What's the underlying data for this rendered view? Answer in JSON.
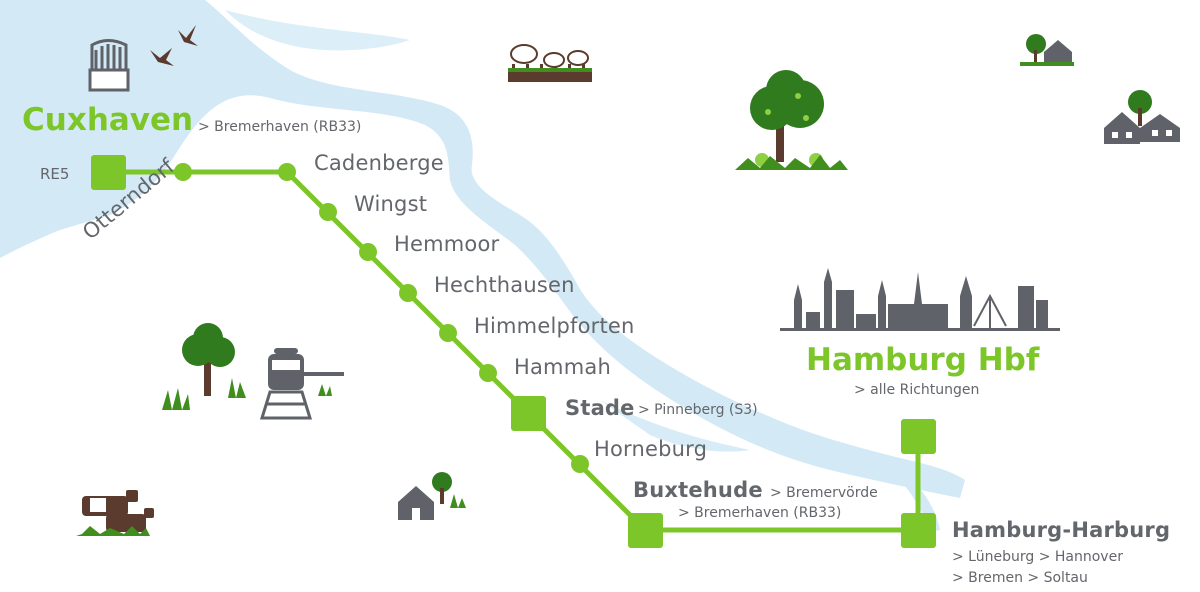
{
  "colors": {
    "line": "#7dc629",
    "water": "#d3eaf6",
    "text": "#63666b",
    "icon": "#5f6268"
  },
  "cuxhaven": {
    "name": "Cuxhaven",
    "connection": "> Bremerhaven (RB33)"
  },
  "line_label": "RE5",
  "stations": {
    "otterndorf": "Otterndorf",
    "cadenberge": "Cadenberge",
    "wingst": "Wingst",
    "hemmoor": "Hemmoor",
    "hechthausen": "Hechthausen",
    "himmelpforten": "Himmelpforten",
    "hammah": "Hammah",
    "stade": "Stade",
    "horneburg": "Horneburg",
    "buxtehude": "Buxtehude"
  },
  "connections": {
    "stade": "> Pinneberg (S3)",
    "buxtehude_1": "> Bremervörde",
    "buxtehude_2": "> Bremerhaven (RB33)"
  },
  "hamburg_hbf": {
    "name": "Hamburg Hbf",
    "connection": "> alle Richtungen"
  },
  "hamburg_harburg": {
    "name": "Hamburg-Harburg",
    "connection_1": "> Lüneburg > Hannover",
    "connection_2": "> Bremen > Soltau"
  },
  "icons": [
    "beach-chair-icon",
    "birds-icon",
    "sheep-icon",
    "house-tree-icon",
    "apple-tree-icon",
    "houses-icon",
    "hamburg-skyline-icon",
    "tree-icon",
    "locomotive-icon",
    "cows-icon",
    "house-icon"
  ]
}
